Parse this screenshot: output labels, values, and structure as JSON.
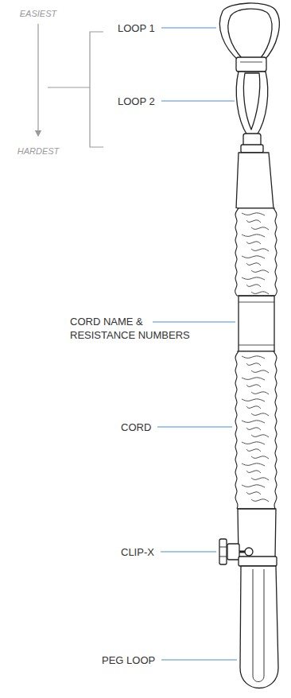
{
  "diagram": {
    "labels": [
      "EASIEST",
      "HARDEST",
      "LOOP 1",
      "LOOP 2",
      "CORD NAME & RESISTANCE NUMBERS",
      "CORD",
      "CLIP-X",
      "PEG LOOP"
    ]
  }
}
